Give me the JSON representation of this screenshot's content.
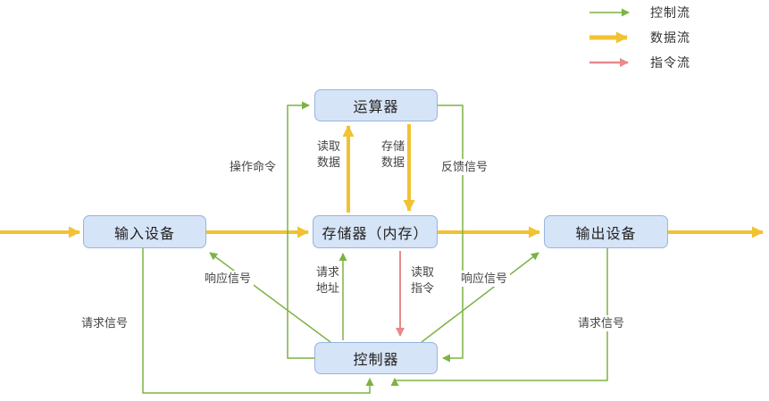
{
  "legend": {
    "items": [
      {
        "label": "控制流",
        "flow": "control"
      },
      {
        "label": "数据流",
        "flow": "data"
      },
      {
        "label": "指令流",
        "flow": "instruction"
      }
    ]
  },
  "colors": {
    "control_flow": "#7CB342",
    "data_flow": "#F1C232",
    "instruction_flow": "#E8898B",
    "node_fill": "#D6E4F7",
    "node_border": "#95B5DC"
  },
  "nodes": [
    {
      "id": "alu",
      "label": "运算器"
    },
    {
      "id": "input-device",
      "label": "输入设备"
    },
    {
      "id": "memory",
      "label": "存储器（内存）"
    },
    {
      "id": "output-device",
      "label": "输出设备"
    },
    {
      "id": "controller",
      "label": "控制器"
    }
  ],
  "edges": [
    {
      "from": "external",
      "to": "input-device",
      "flow": "data",
      "label": ""
    },
    {
      "from": "input-device",
      "to": "memory",
      "flow": "data",
      "label": ""
    },
    {
      "from": "memory",
      "to": "output-device",
      "flow": "data",
      "label": ""
    },
    {
      "from": "output-device",
      "to": "external",
      "flow": "data",
      "label": ""
    },
    {
      "from": "memory",
      "to": "alu",
      "flow": "data",
      "label": "读取数据"
    },
    {
      "from": "alu",
      "to": "memory",
      "flow": "data",
      "label": "存储数据"
    },
    {
      "from": "controller",
      "to": "alu",
      "flow": "control",
      "label": "操作命令"
    },
    {
      "from": "alu",
      "to": "controller",
      "flow": "control",
      "label": "反馈信号"
    },
    {
      "from": "controller",
      "to": "memory",
      "flow": "control",
      "label": "请求地址"
    },
    {
      "from": "memory",
      "to": "controller",
      "flow": "instruction",
      "label": "读取指令"
    },
    {
      "from": "controller",
      "to": "input-device",
      "flow": "control",
      "label": "响应信号"
    },
    {
      "from": "controller",
      "to": "output-device",
      "flow": "control",
      "label": "响应信号"
    },
    {
      "from": "input-device",
      "to": "controller",
      "flow": "control",
      "label": "请求信号"
    },
    {
      "from": "output-device",
      "to": "controller",
      "flow": "control",
      "label": "请求信号"
    }
  ]
}
